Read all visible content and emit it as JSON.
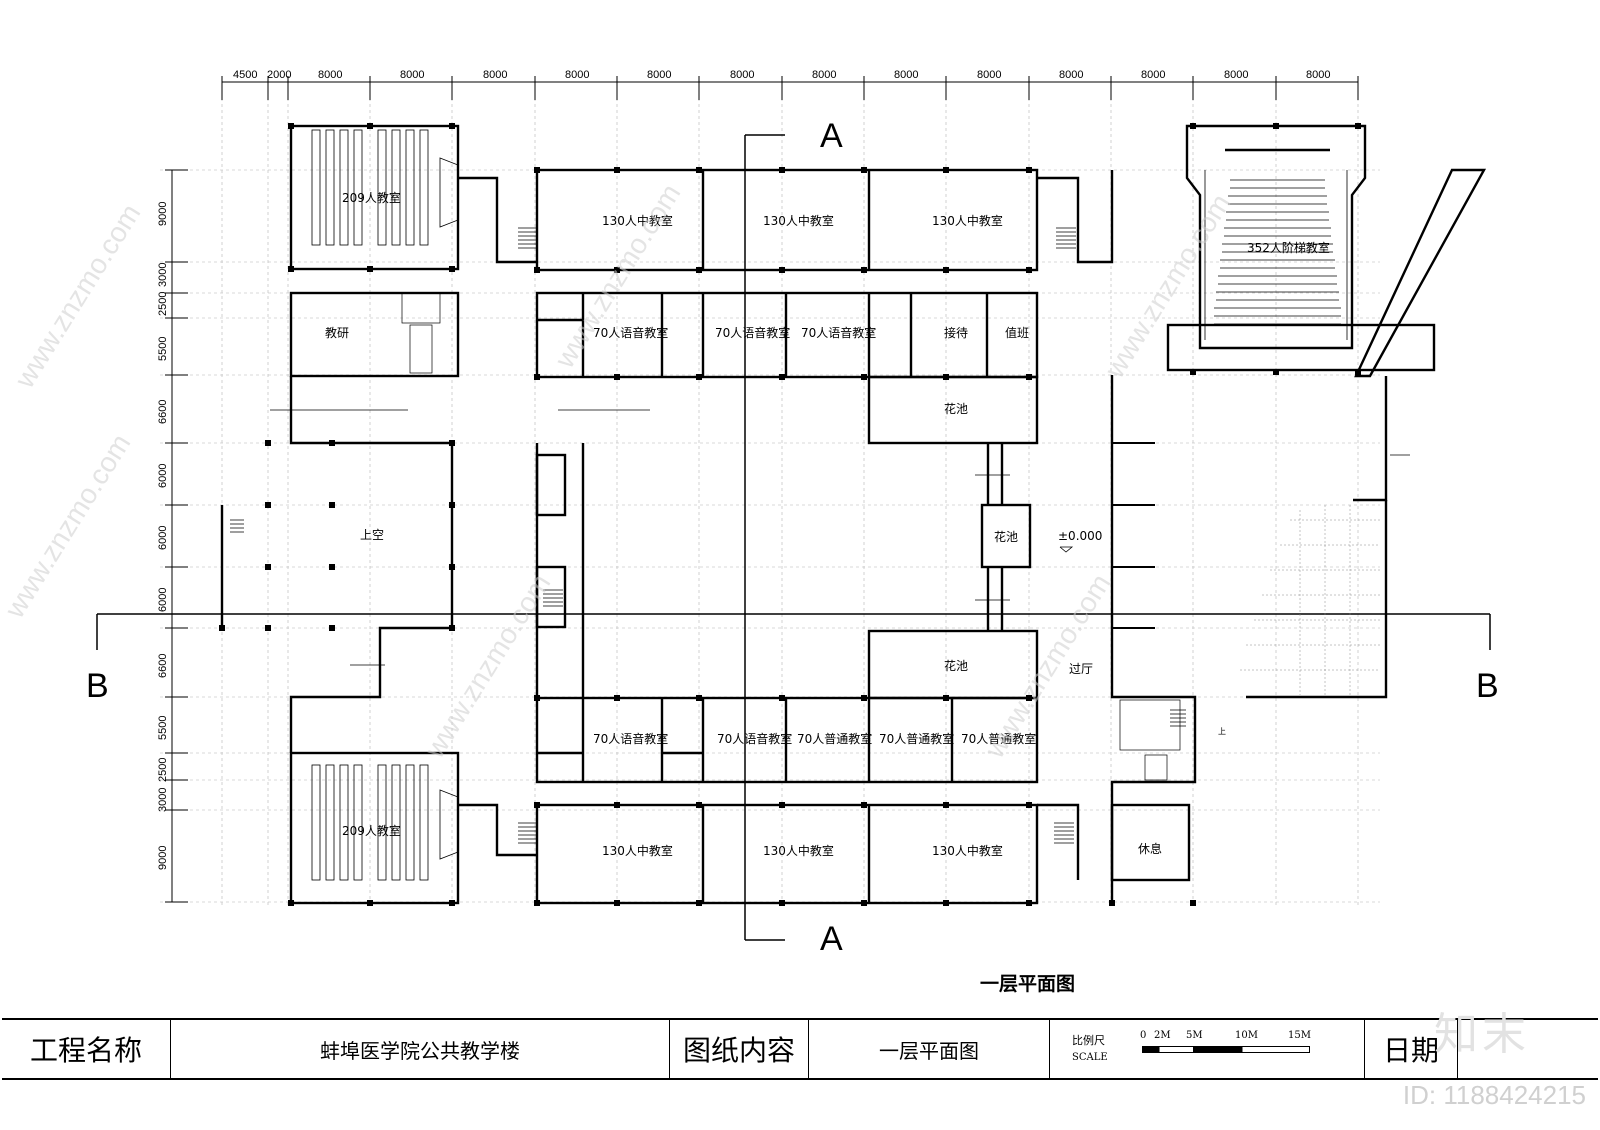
{
  "drawing": {
    "top_dims": [
      "4500",
      "2000",
      "8000",
      "8000",
      "8000",
      "8000",
      "8000",
      "8000",
      "8000",
      "8000",
      "8000",
      "8000",
      "8000",
      "8000",
      "8000"
    ],
    "left_dims": [
      "9000",
      "3000",
      "2500",
      "5500",
      "6600",
      "6000",
      "6000",
      "6000",
      "6600",
      "5500",
      "2500",
      "3000",
      "9000"
    ],
    "section_a": "A",
    "section_b": "B",
    "level_mark": "±0.000",
    "plan_title": "一层平面图",
    "rooms": {
      "lecture_nw": "209人教室",
      "lecture_sw": "209人教室",
      "auditorium": "352人阶梯教室",
      "classroom_130": "130人中教室",
      "language_70": "70人语音教室",
      "general_70": "70人普通教室",
      "research": "教研",
      "reception": "接待",
      "duty": "值班",
      "flower_bed": "花池",
      "void": "上空",
      "hall": "过厅",
      "rest": "休息",
      "up": "上"
    }
  },
  "title_block": {
    "project_label": "工程名称",
    "project_name": "蚌埠医学院公共教学楼",
    "content_label": "图纸内容",
    "content_name": "一层平面图",
    "scale_label": "比例尺",
    "scale_en": "SCALE",
    "scale_ticks": [
      "0",
      "2M",
      "5M",
      "10M",
      "15M"
    ],
    "date_label": "日期"
  },
  "watermark": {
    "brand": "知末",
    "site": "www.znzmo.com",
    "image_id": "ID: 1188424215"
  }
}
